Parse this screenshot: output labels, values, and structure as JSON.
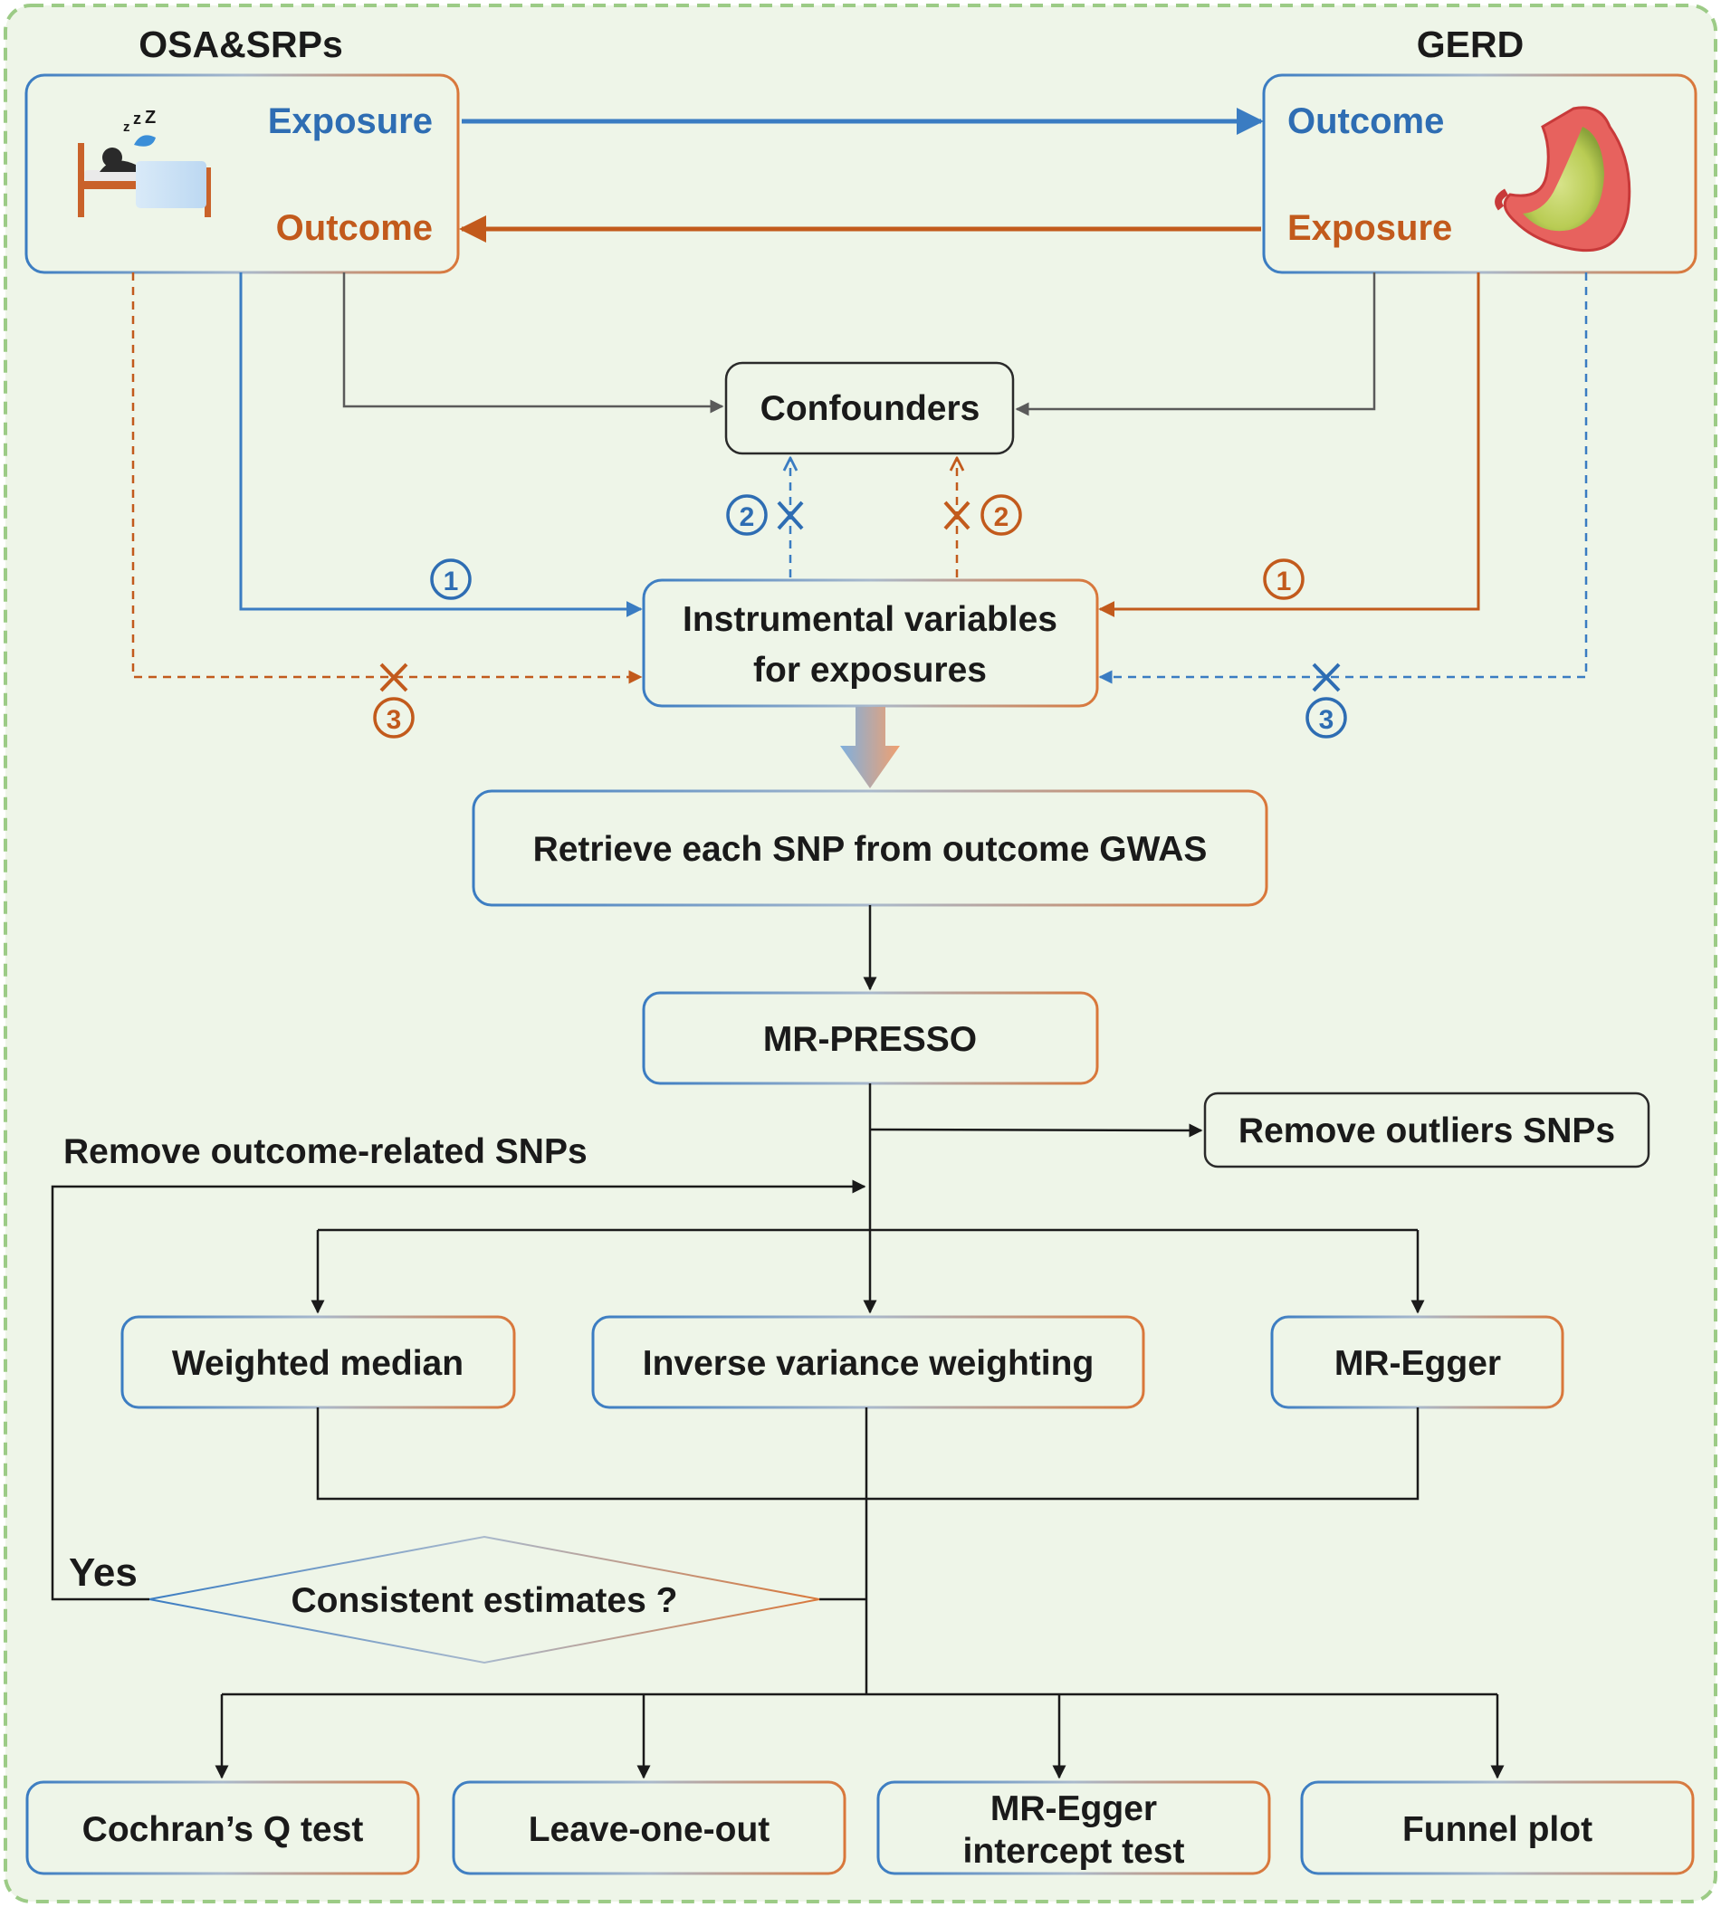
{
  "headings": {
    "left": "OSA&SRPs",
    "right": "GERD"
  },
  "left_box": {
    "top_label": "Exposure",
    "bottom_label": "Outcome",
    "icon": "sleeping-person-in-bed-icon"
  },
  "right_box": {
    "top_label": "Outcome",
    "bottom_label": "Exposure",
    "icon": "stomach-icon"
  },
  "confounders": "Confounders",
  "instrumental": {
    "line1": "Instrumental variables",
    "line2": "for exposures"
  },
  "assumption_markers": {
    "one": "1",
    "two": "2",
    "three": "3"
  },
  "retrieve": "Retrieve each SNP from outcome GWAS",
  "mr_presso": "MR-PRESSO",
  "remove_outliers": "Remove outliers SNPs",
  "remove_outcome_related": "Remove outcome-related SNPs",
  "methods": [
    "Weighted median",
    "Inverse variance weighting",
    "MR-Egger"
  ],
  "decision": {
    "label": "Consistent estimates ?",
    "yes": "Yes"
  },
  "sensitivity": {
    "cochran": "Cochran’s Q test",
    "leave_one_out": "Leave-one-out",
    "intercept_line1": "MR-Egger",
    "intercept_line2": "intercept test",
    "funnel": "Funnel plot"
  },
  "colors": {
    "background": "#eef5e8",
    "frame": "#9ccb86",
    "blue": "#2e6db3",
    "orange": "#c25a1c",
    "box_fill": "#eef5e8"
  }
}
